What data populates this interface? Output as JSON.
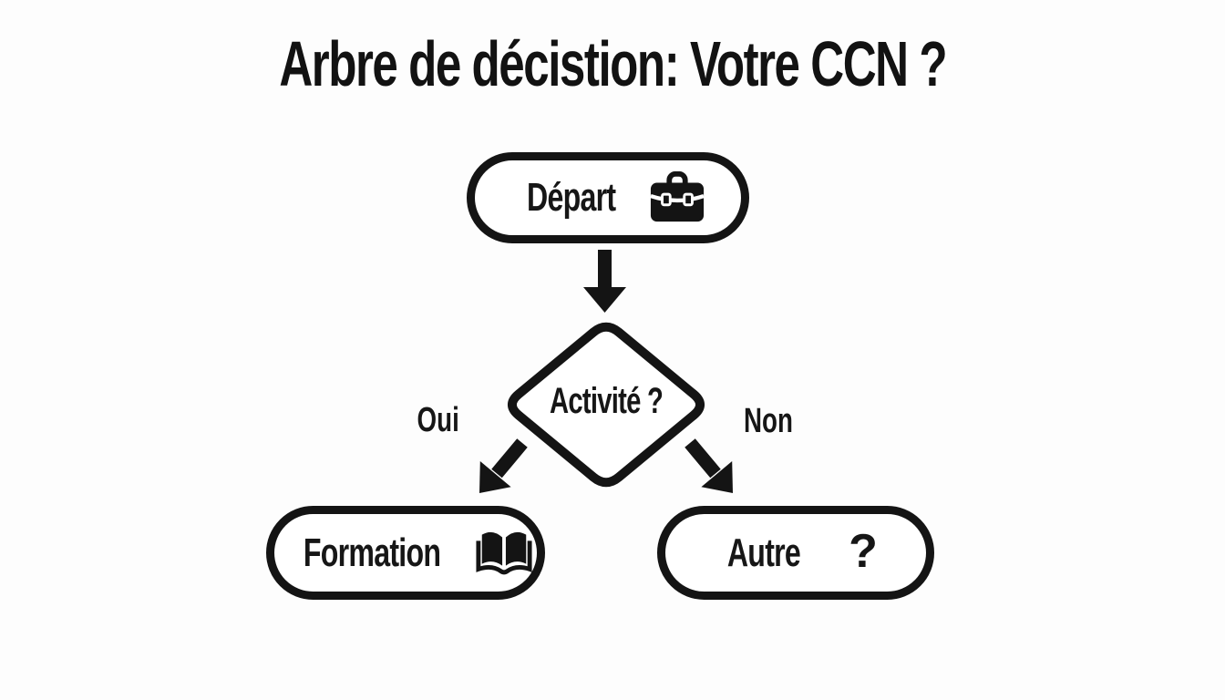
{
  "page": {
    "title": "Arbre de décistion: Votre CCN ?"
  },
  "flowchart": {
    "start": {
      "label": "Départ",
      "icon": "briefcase-icon"
    },
    "decision": {
      "label": "Activité ?"
    },
    "branches": {
      "yes": "Oui",
      "no": "Non"
    },
    "outcome_yes": {
      "label": "Formation",
      "icon": "open-book-icon"
    },
    "outcome_no": {
      "label": "Autre",
      "symbol": "?",
      "icon": "question-mark-icon"
    }
  },
  "colors": {
    "ink": "#141414",
    "background": "#fdfdfd",
    "node_fill": "#ffffff"
  }
}
